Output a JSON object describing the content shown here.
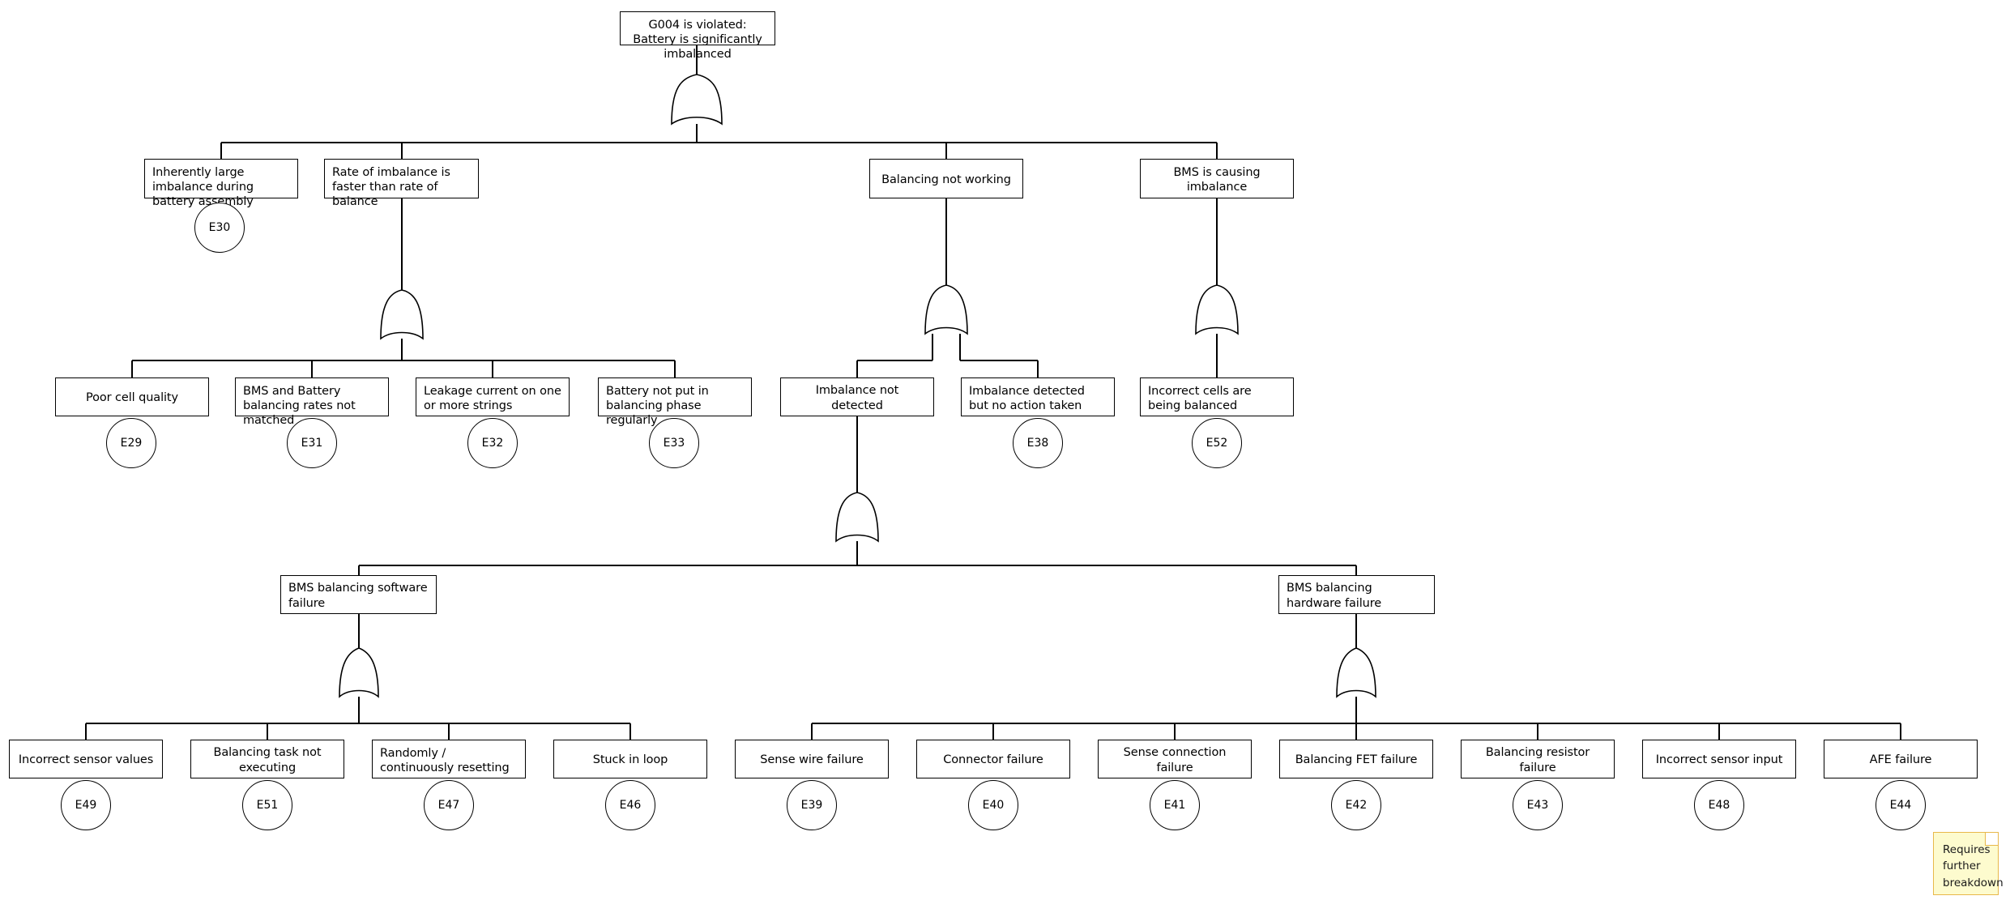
{
  "diagram": {
    "title": "Fault tree: G004 battery imbalance",
    "colors": {
      "line": "#000000",
      "box_border": "#000000",
      "box_fill": "#ffffff",
      "sticky_fill": "#fdfbce",
      "sticky_border": "#e8b84b"
    }
  },
  "nodes": {
    "top": {
      "label": "G004 is violated: Battery is significantly imbalanced"
    },
    "l1": [
      {
        "label": "Inherently large imbalance during battery assembly"
      },
      {
        "label": "Rate of imbalance is faster than rate of balance"
      },
      {
        "label": "Balancing not working"
      },
      {
        "label": "BMS is causing imbalance"
      }
    ],
    "l2": [
      {
        "label": "Poor cell quality"
      },
      {
        "label": "BMS and Battery balancing rates not matched"
      },
      {
        "label": "Leakage current on one or more strings"
      },
      {
        "label": "Battery not put in balancing phase regularly"
      },
      {
        "label": "Imbalance not detected"
      },
      {
        "label": "Imbalance detected but no action taken"
      },
      {
        "label": "Incorrect cells are being balanced"
      }
    ],
    "l3": [
      {
        "label": "BMS balancing software failure"
      },
      {
        "label": "BMS balancing hardware failure"
      }
    ],
    "l4": [
      {
        "label": "Incorrect sensor values"
      },
      {
        "label": "Balancing task not executing"
      },
      {
        "label": "Randomly / continuously resetting"
      },
      {
        "label": "Stuck in loop"
      },
      {
        "label": "Sense wire failure"
      },
      {
        "label": "Connector failure"
      },
      {
        "label": "Sense connection failure"
      },
      {
        "label": "Balancing FET failure"
      },
      {
        "label": "Balancing resistor failure"
      },
      {
        "label": "Incorrect sensor input"
      },
      {
        "label": "AFE failure"
      }
    ]
  },
  "events": {
    "l1": [
      {
        "id": "E30"
      }
    ],
    "l2": [
      {
        "id": "E29"
      },
      {
        "id": "E31"
      },
      {
        "id": "E32"
      },
      {
        "id": "E33"
      },
      {
        "id": "E38"
      },
      {
        "id": "E52"
      }
    ],
    "l4": [
      {
        "id": "E49"
      },
      {
        "id": "E51"
      },
      {
        "id": "E47"
      },
      {
        "id": "E46"
      },
      {
        "id": "E39"
      },
      {
        "id": "E40"
      },
      {
        "id": "E41"
      },
      {
        "id": "E42"
      },
      {
        "id": "E43"
      },
      {
        "id": "E48"
      },
      {
        "id": "E44"
      }
    ]
  },
  "gates": [
    {
      "name": "or-gate-top"
    },
    {
      "name": "or-gate-rate-of-imbalance"
    },
    {
      "name": "or-gate-balancing-not-working"
    },
    {
      "name": "or-gate-bms-causing-imbalance"
    },
    {
      "name": "or-gate-imbalance-not-detected"
    },
    {
      "name": "or-gate-bms-software-failure"
    },
    {
      "name": "or-gate-bms-hardware-failure"
    }
  ],
  "note": {
    "text": "Requires further breakdown"
  }
}
